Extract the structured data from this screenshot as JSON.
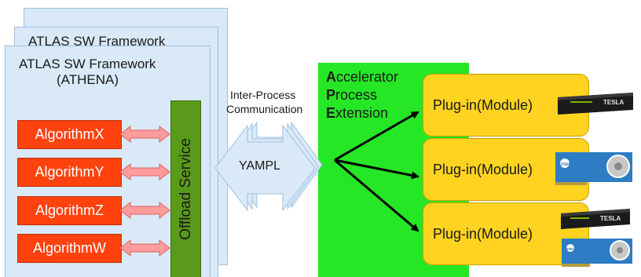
{
  "framework": {
    "back_title": "ATLAS SW Framework",
    "front_title_line1": "ATLAS SW Framework",
    "front_title_line2": "(ATHENA)"
  },
  "algorithms": [
    "AlgorithmX",
    "AlgorithmY",
    "AlgorithmZ",
    "AlgorithmW"
  ],
  "offload_service": "Offload Service",
  "ipc": {
    "label_line1": "Inter-Process",
    "label_line2": "Communication",
    "channel": "YAMPL"
  },
  "ape": {
    "lines": [
      {
        "initial": "A",
        "rest": "ccelerator"
      },
      {
        "initial": "P",
        "rest": "rocess"
      },
      {
        "initial": "E",
        "rest": "xtension"
      }
    ]
  },
  "plugins": [
    {
      "label": "Plug-in(Module)",
      "cards": [
        "tesla-gpu-card"
      ]
    },
    {
      "label": "Plug-in(Module)",
      "cards": [
        "intel-xeon-phi-card"
      ]
    },
    {
      "label": "Plug-in(Module)",
      "cards": [
        "tesla-gpu-card",
        "intel-xeon-phi-card"
      ]
    }
  ],
  "card_text": {
    "tesla": "TESLA",
    "intel": "intel"
  },
  "colors": {
    "framework_fill": "#d9e9f7",
    "algorithm_fill": "#ff420e",
    "offload_fill": "#5a9a1a",
    "ape_fill": "#26e726",
    "plugin_fill": "#ffd320",
    "arrow_fill": "#ff9c9c",
    "ipc_arrow_fill": "#d9e9f7"
  }
}
